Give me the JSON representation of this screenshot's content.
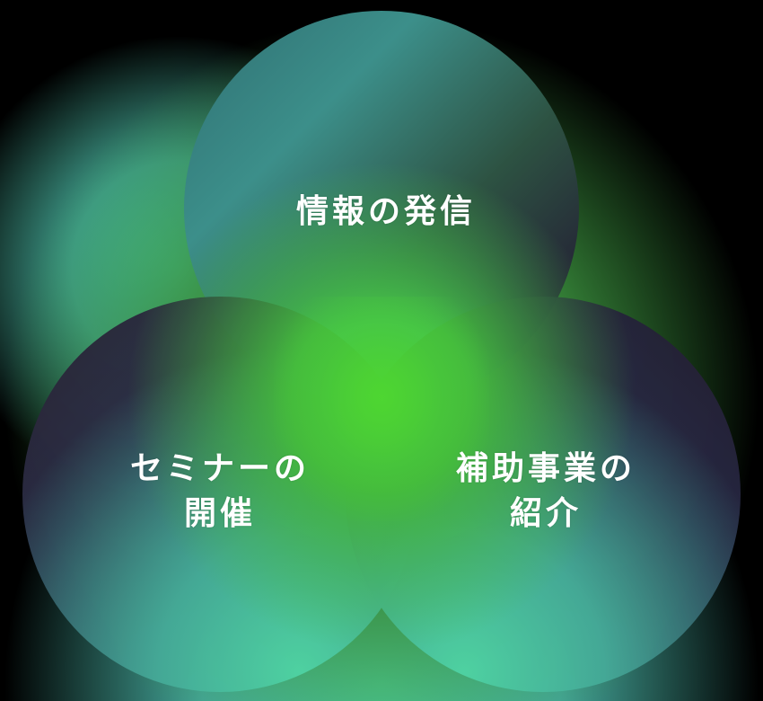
{
  "diagram": {
    "type": "venn",
    "background_color": "#000000",
    "circles": [
      {
        "id": "top",
        "label_lines": [
          "情報の発信"
        ],
        "gradient_colors": [
          "#3c8f8a",
          "#2d5242",
          "#242235"
        ]
      },
      {
        "id": "left",
        "label_lines": [
          "セミナーの",
          "開催"
        ],
        "gradient_colors": [
          "#2a2230",
          "#335c6b",
          "#4fd3a3"
        ]
      },
      {
        "id": "right",
        "label_lines": [
          "補助事業の",
          "紹介"
        ],
        "gradient_colors": [
          "#231c2c",
          "#2e4a60",
          "#4fd3a3"
        ]
      }
    ],
    "center_color": "#4cd632"
  }
}
